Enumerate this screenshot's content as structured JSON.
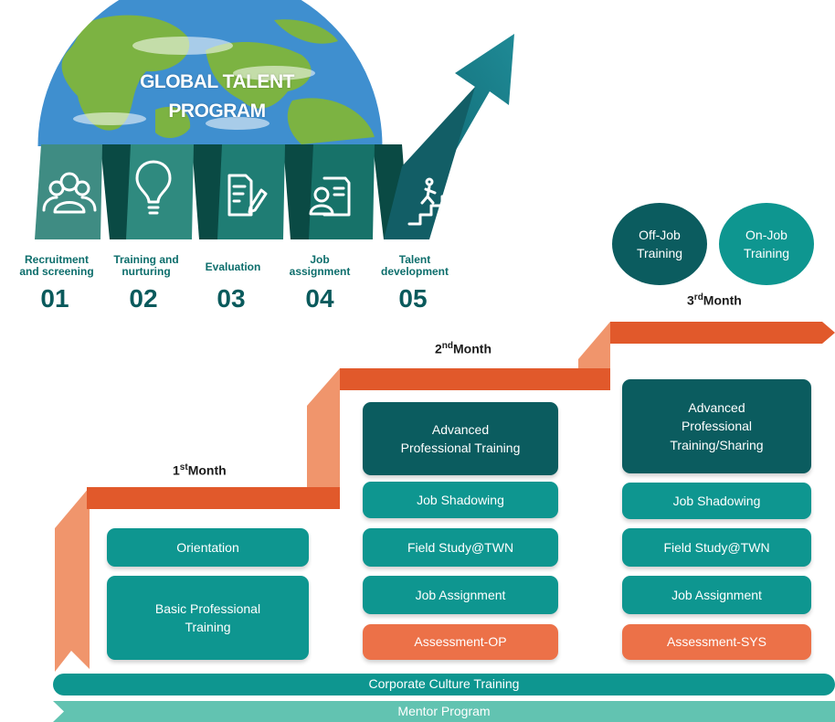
{
  "program": {
    "title_line1": "GLOBAL TALENT",
    "title_line2": "PROGRAM"
  },
  "steps": [
    {
      "label_line1": "Recruitment",
      "label_line2": "and screening",
      "number": "01",
      "icon": "people-icon"
    },
    {
      "label_line1": "Training and",
      "label_line2": "nurturing",
      "number": "02",
      "icon": "lightbulb-icon"
    },
    {
      "label_line1": "Evaluation",
      "label_line2": "",
      "number": "03",
      "icon": "document-edit-icon"
    },
    {
      "label_line1": "Job",
      "label_line2": "assignment",
      "number": "04",
      "icon": "person-document-icon"
    },
    {
      "label_line1": "Talent",
      "label_line2": "development",
      "number": "05",
      "icon": "stairs-climber-icon"
    }
  ],
  "months": {
    "m1": {
      "num": "1",
      "sup": "st",
      "word": "Month"
    },
    "m2": {
      "num": "2",
      "sup": "nd",
      "word": "Month"
    },
    "m3": {
      "num": "3",
      "sup": "rd",
      "word": "Month"
    }
  },
  "circles": {
    "off_job_line1": "Off-Job",
    "off_job_line2": "Training",
    "on_job_line1": "On-Job",
    "on_job_line2": "Training"
  },
  "month1": {
    "orientation": "Orientation",
    "basic_line1": "Basic Professional",
    "basic_line2": "Training"
  },
  "month2": {
    "advanced_line1": "Advanced",
    "advanced_line2": "Professional Training",
    "job_shadowing": "Job Shadowing",
    "field_study": "Field Study@TWN",
    "job_assignment": "Job Assignment",
    "assessment": "Assessment-OP"
  },
  "month3": {
    "advanced_line1": "Advanced",
    "advanced_line2": "Professional",
    "advanced_line3": "Training/Sharing",
    "job_shadowing": "Job Shadowing",
    "field_study": "Field Study@TWN",
    "job_assignment": "Job Assignment",
    "assessment": "Assessment-SYS"
  },
  "bottom_bars": {
    "culture": "Corporate Culture Training",
    "mentor": "Mentor Program"
  },
  "colors": {
    "teal": "#0e9690",
    "dark_teal": "#0b5c5f",
    "orange": "#ec7148",
    "ribbon_orange": "#e1592b",
    "ribbon_light": "#f0956c",
    "mentor": "#62c3b1"
  }
}
